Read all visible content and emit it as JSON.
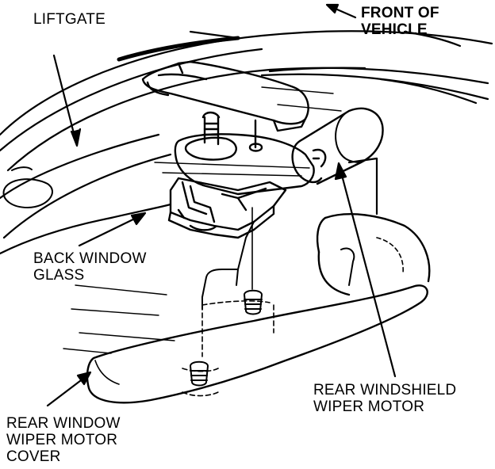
{
  "labels": {
    "liftgate": [
      "LIFTGATE"
    ],
    "front_of_vehicle": [
      "FRONT OF",
      "VEHICLE"
    ],
    "back_window_glass": [
      "BACK WINDOW",
      "GLASS"
    ],
    "rear_windshield_wiper_motor": [
      "REAR WINDSHIELD",
      "WIPER MOTOR"
    ],
    "rear_window_wiper_motor_cover": [
      "REAR WINDOW",
      "WIPER MOTOR",
      "COVER"
    ]
  },
  "colors": {
    "ink": "#000000",
    "paper": "#ffffff"
  }
}
